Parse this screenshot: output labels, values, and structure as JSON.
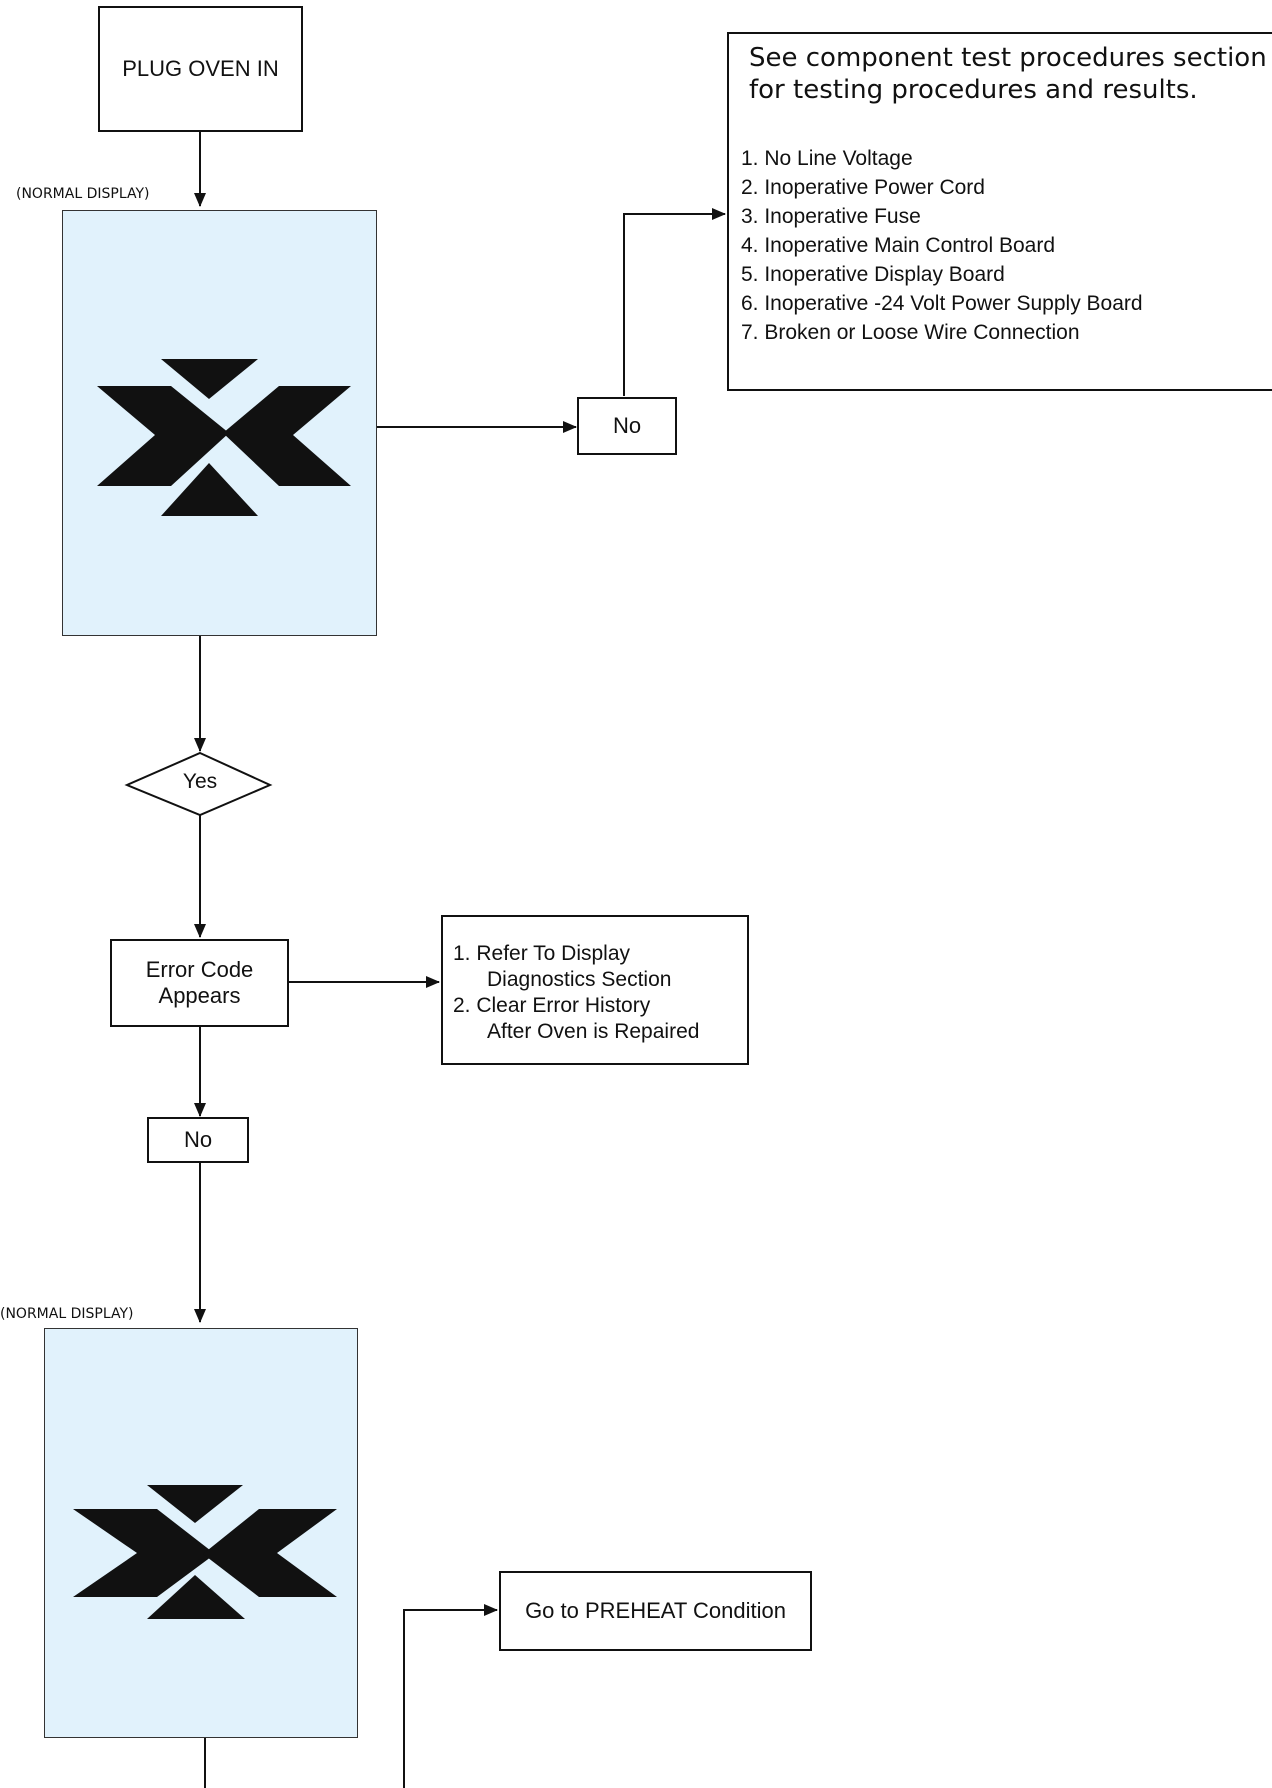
{
  "start": {
    "label": "PLUG OVEN IN"
  },
  "display_caption_1": "(NORMAL DISPLAY)",
  "display_caption_2": "(NORMAL DISPLAY)",
  "no_top": "No",
  "components": {
    "heading_line1": "See component test procedures section",
    "heading_line2": "for testing procedures and results.",
    "items": [
      "1. No Line Voltage",
      "2. Inoperative Power Cord",
      "3. Inoperative Fuse",
      "4. Inoperative  Main Control Board",
      "5. Inoperative Display Board",
      "6. Inoperative -24 Volt Power Supply Board",
      "7. Broken or Loose Wire Connection"
    ]
  },
  "yes_decision": "Yes",
  "error_code": {
    "line1": "Error Code",
    "line2": "Appears"
  },
  "error_actions": {
    "items": [
      "1. Refer To Display",
      "Diagnostics Section",
      "2. Clear Error History",
      "After Oven is Repaired"
    ]
  },
  "no_mid": "No",
  "preheat": "Go to PREHEAT Condition",
  "colors": {
    "display_fill": "#e1f2fc",
    "line": "#111111"
  },
  "icons": [
    "oven-x-logo-icon",
    "oven-x-logo-icon"
  ]
}
